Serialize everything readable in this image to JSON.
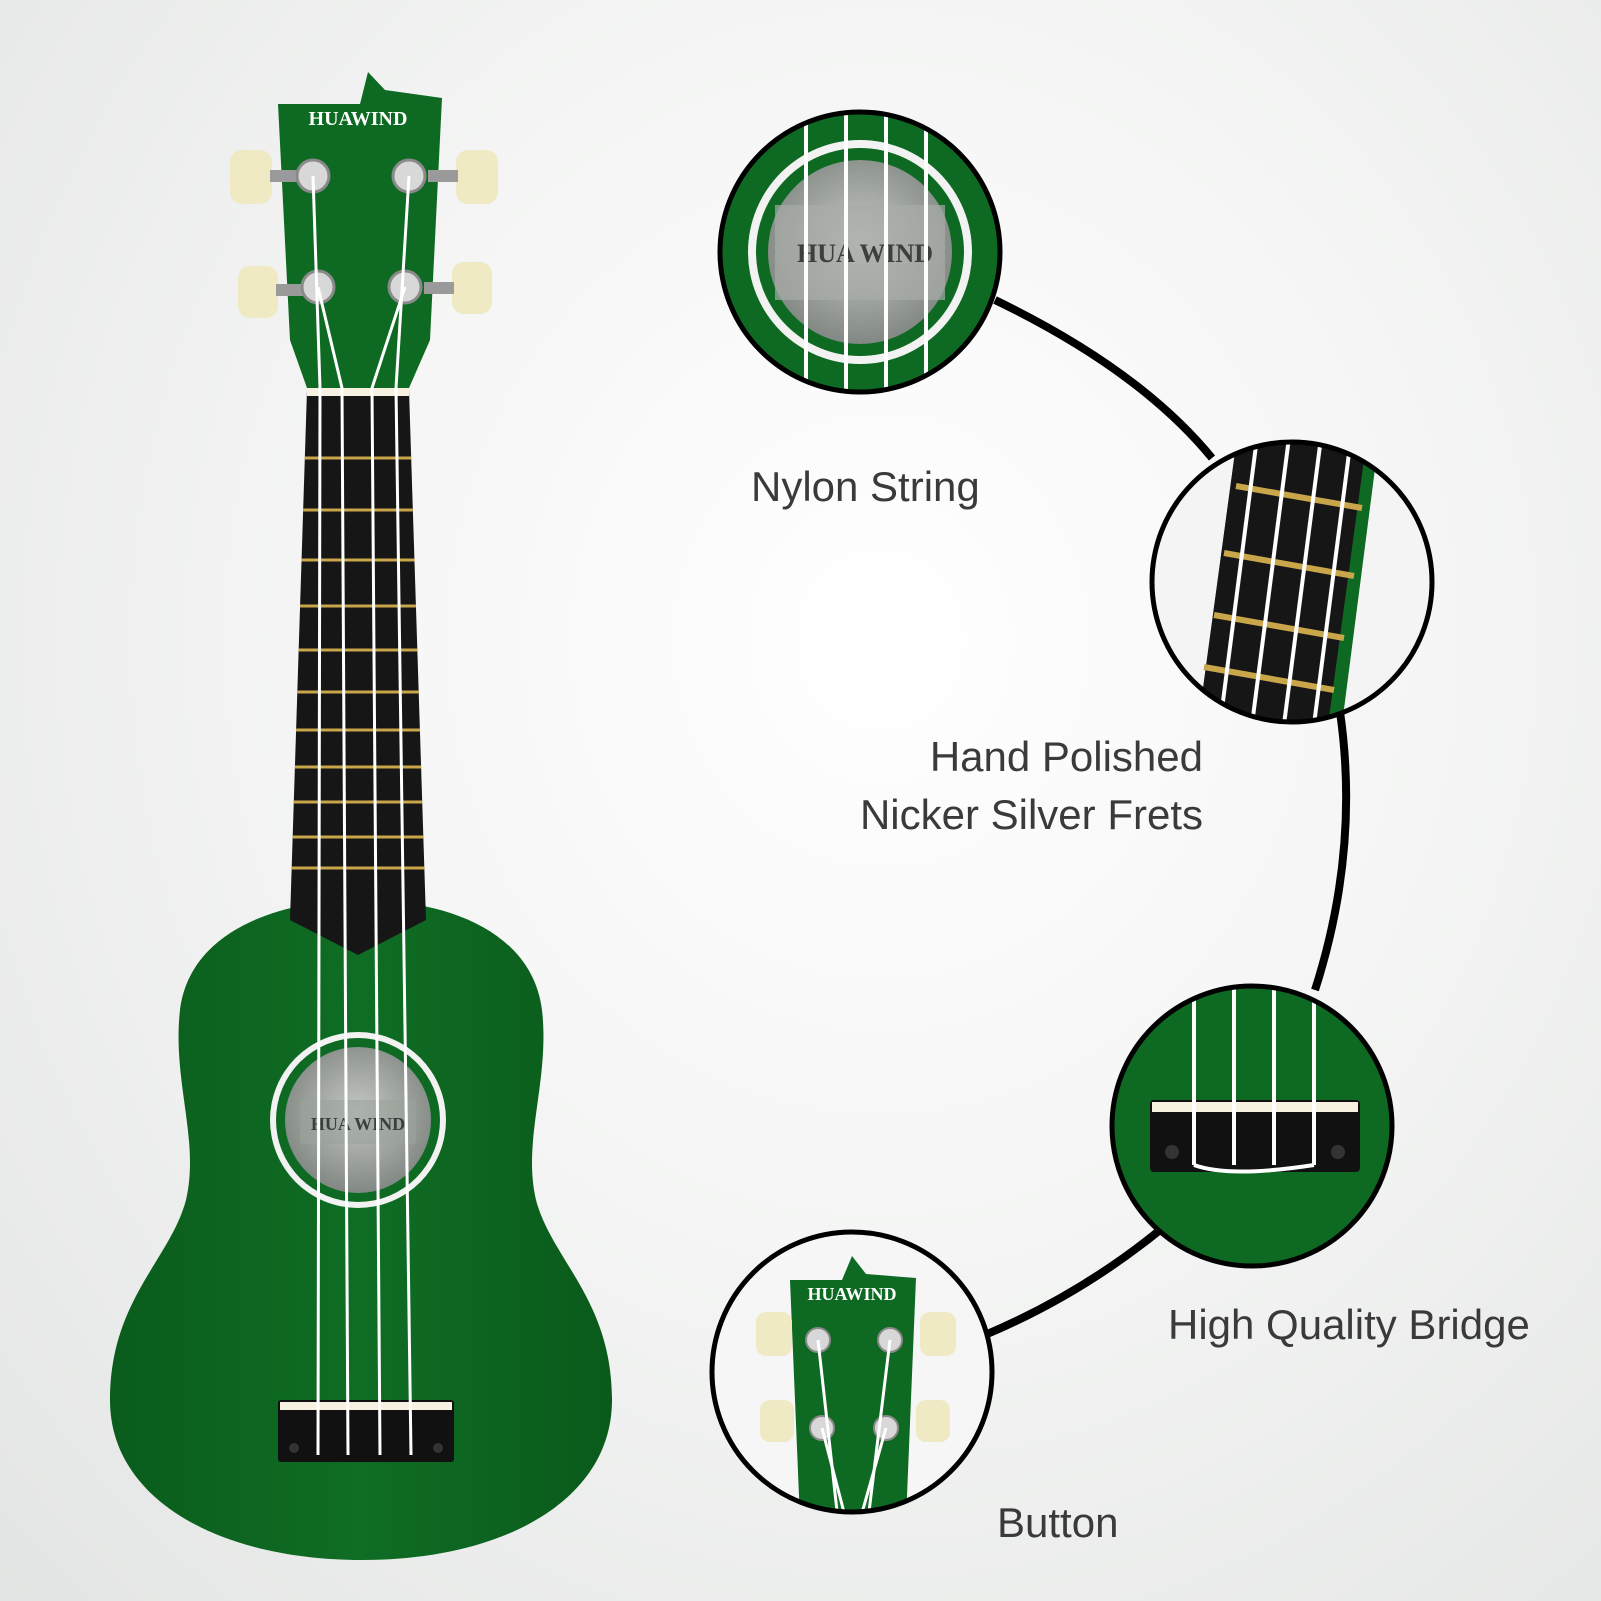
{
  "product": {
    "brand_text": "HUAWIND",
    "body_color": "#0e6a22",
    "fretboard_color": "#161616",
    "fret_color": "#c9a64a",
    "tuner_color": "#efe9c4",
    "string_color": "#ffffff"
  },
  "features": [
    {
      "label": "Nylon String",
      "icon": "soundhole-closeup"
    },
    {
      "label": "Hand Polished",
      "label2": "Nicker Silver Frets",
      "icon": "frets-closeup"
    },
    {
      "label": "High Quality Bridge",
      "icon": "bridge-closeup"
    },
    {
      "label": "Button",
      "icon": "headstock-closeup"
    }
  ],
  "closeups": {
    "soundhole_text": "HUA WIND",
    "headstock_text": "HUAWIND"
  },
  "connector_color": "#000000"
}
